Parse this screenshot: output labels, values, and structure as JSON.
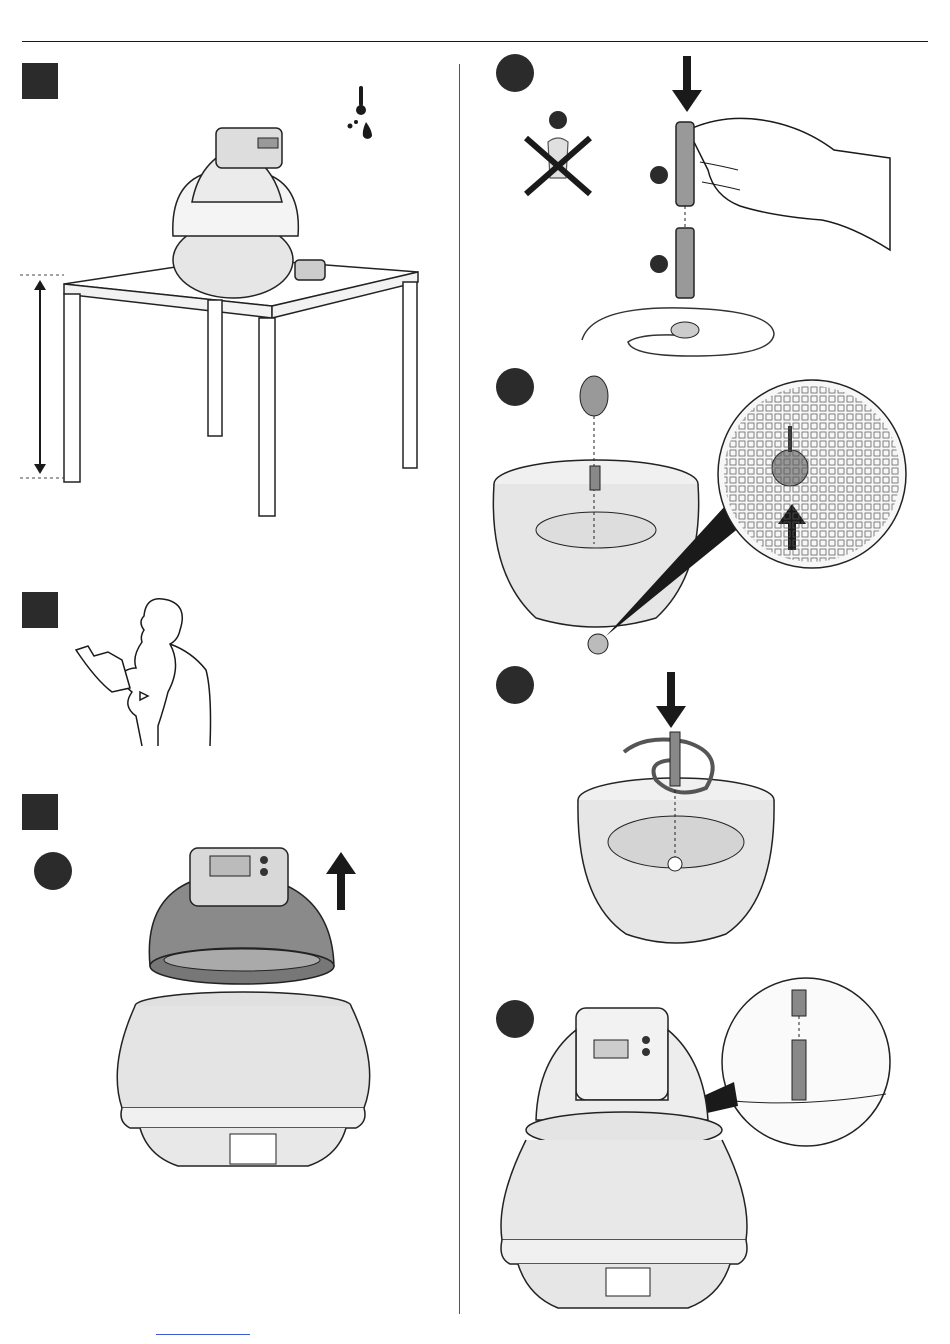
{
  "page": {
    "rule_color": "#1a1a1a",
    "badge_color": "#2b2b2b",
    "arrow_color": "#1a1a1a",
    "link_color": "#3b5bd6"
  },
  "left_column": {
    "step_1": {
      "badge": "square",
      "icons": [
        "thermometer-icon",
        "water-drops-icon"
      ],
      "illustration": "incubator-on-table"
    },
    "step_2": {
      "badge": "square",
      "illustration": "person-reading-manual"
    },
    "step_3": {
      "badge": "square",
      "sub_badge": "circle",
      "illustration": "lift-lid-off-incubator"
    }
  },
  "right_column": {
    "step_4": {
      "badge": "circle",
      "illustration": "insert-axle-into-turning-disc"
    },
    "step_5": {
      "badge": "circle",
      "illustration": "attach-axle-through-grid"
    },
    "step_6": {
      "badge": "circle",
      "illustration": "place-turning-disc-in-base"
    },
    "step_7": {
      "badge": "circle",
      "illustration": "assemble-lid-detail"
    }
  }
}
